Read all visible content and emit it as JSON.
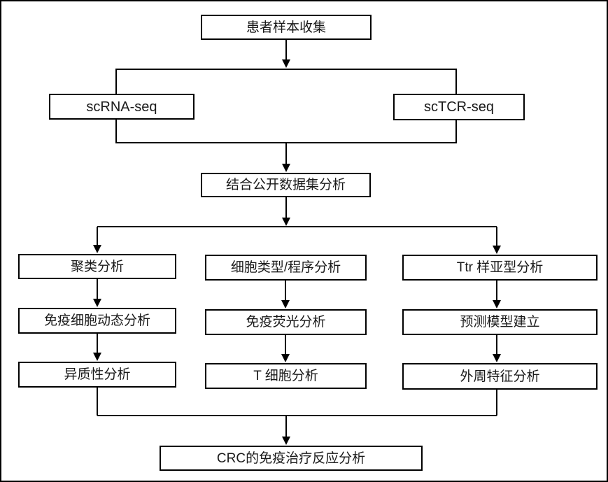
{
  "flowchart": {
    "background_color": "#ffffff",
    "line_color": "#000000",
    "text_color": "#1a1a1a",
    "nodes": {
      "patient_sample": {
        "label": "患者样本收集"
      },
      "scrna_seq": {
        "label": "scRNA-seq"
      },
      "sctcr_seq": {
        "label": "scTCR-seq"
      },
      "combined_public_dataset": {
        "label": "结合公开数据集分析"
      },
      "clustering": {
        "label": "聚类分析"
      },
      "immune_cell_dynamics": {
        "label": "免疫细胞动态分析"
      },
      "heterogeneity": {
        "label": "异质性分析"
      },
      "cell_type_program": {
        "label": "细胞类型/程序分析"
      },
      "immunofluorescence": {
        "label": "免疫荧光分析"
      },
      "t_cell": {
        "label": "T 细胞分析"
      },
      "ttr_like_subtype": {
        "label": "Ttr 样亚型分析"
      },
      "prediction_model": {
        "label": "预测模型建立"
      },
      "peripheral_features": {
        "label": "外周特征分析"
      },
      "crc_immunotherapy_response": {
        "label": "CRC的免疫治疗反应分析"
      }
    },
    "edges": [
      {
        "from": "patient_sample",
        "to": "sequencing_group"
      },
      {
        "from": "sequencing_group",
        "to": "combined_public_dataset"
      },
      {
        "from": "combined_public_dataset",
        "to": "clustering"
      },
      {
        "from": "combined_public_dataset",
        "to": "ttr_like_subtype"
      },
      {
        "from": "clustering",
        "to": "immune_cell_dynamics"
      },
      {
        "from": "immune_cell_dynamics",
        "to": "heterogeneity"
      },
      {
        "from": "cell_type_program",
        "to": "immunofluorescence"
      },
      {
        "from": "immunofluorescence",
        "to": "t_cell"
      },
      {
        "from": "ttr_like_subtype",
        "to": "prediction_model"
      },
      {
        "from": "prediction_model",
        "to": "peripheral_features"
      },
      {
        "from": "heterogeneity",
        "to": "crc_immunotherapy_response"
      },
      {
        "from": "peripheral_features",
        "to": "crc_immunotherapy_response"
      }
    ]
  }
}
